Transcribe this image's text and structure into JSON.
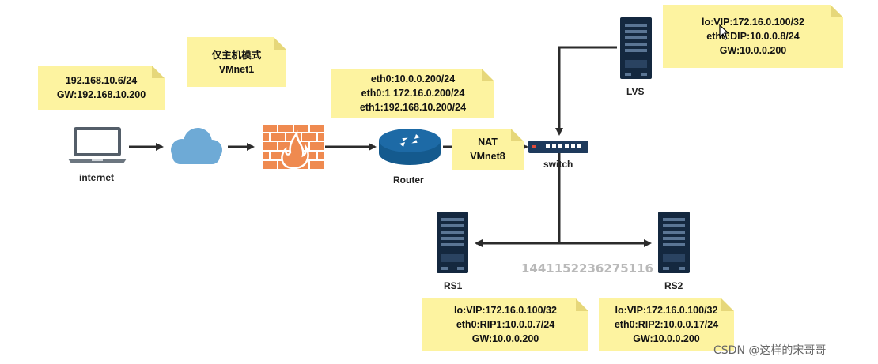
{
  "notes": {
    "internet_net": [
      "192.168.10.6/24",
      "GW:192.168.10.200"
    ],
    "host_only": [
      "仅主机模式",
      "VMnet1"
    ],
    "router_ips": [
      "eth0:10.0.0.200/24",
      "eth0:1 172.16.0.200/24",
      "eth1:192.168.10.200/24"
    ],
    "nat": [
      "NAT",
      "VMnet8"
    ],
    "lvs": [
      "lo:VIP:172.16.0.100/32",
      "eth0:DIP:10.0.0.8/24",
      "GW:10.0.0.200"
    ],
    "rs1": [
      "lo:VIP:172.16.0.100/32",
      "eth0:RIP1:10.0.0.7/24",
      "GW:10.0.0.200"
    ],
    "rs2": [
      "lo:VIP:172.16.0.100/32",
      "eth0:RIP2:10.0.0.17/24",
      "GW:10.0.0.200"
    ]
  },
  "labels": {
    "internet": "internet",
    "router": "Router",
    "switch": "switch",
    "lvs": "LVS",
    "rs1": "RS1",
    "rs2": "RS2"
  },
  "watermark": "1441152236275116",
  "credit": "CSDN @这样的宋哥哥",
  "icons": [
    "laptop-icon",
    "cloud-icon",
    "firewall-icon",
    "router-icon",
    "switch-icon",
    "server-icon",
    "cursor-icon"
  ],
  "colors": {
    "note": "#fdf3a0",
    "note_fold": "#e6d77a",
    "cloud": "#6eaad6",
    "firewall": "#ef8a50",
    "router": "#1d6aa6",
    "server": "#14283f",
    "connector": "#2b2b2b"
  }
}
